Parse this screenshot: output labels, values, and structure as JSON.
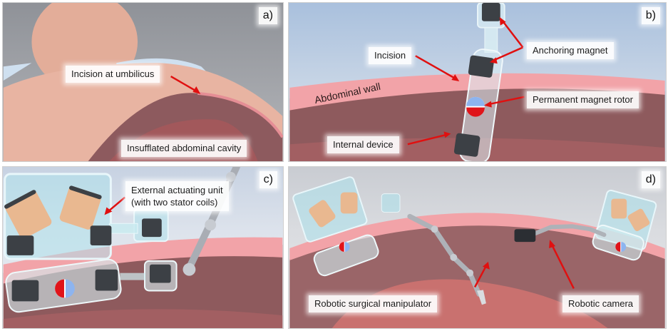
{
  "figure": {
    "panels": [
      {
        "id": "a",
        "letter": "a)",
        "labels": [
          "Incision at umbilicus",
          "Insufflated abdominal cavity"
        ]
      },
      {
        "id": "b",
        "letter": "b)",
        "labels": [
          "Incision",
          "Anchoring magnet",
          "Permanent magnet rotor",
          "Internal device"
        ],
        "wall_label": "Abdominal wall"
      },
      {
        "id": "c",
        "letter": "c)",
        "labels": [
          "External actuating unit",
          "(with two stator coils)"
        ]
      },
      {
        "id": "d",
        "letter": "d)",
        "labels": [
          "Robotic surgical manipulator",
          "Robotic camera"
        ]
      }
    ],
    "colors": {
      "arrow": "#e01010",
      "tissue": "#9a5a5e",
      "wall": "#f2a3a8",
      "skin": "#e7b39f",
      "magnet": "#3c4045",
      "rotor_red": "#e0141a",
      "rotor_blue": "#8db4ef",
      "coil": "#e9b890"
    }
  }
}
